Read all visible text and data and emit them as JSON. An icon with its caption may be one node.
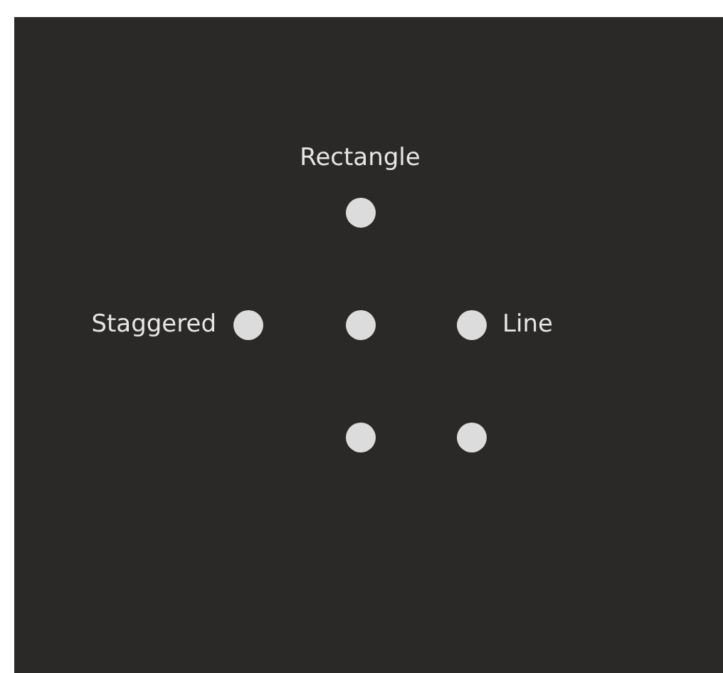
{
  "diagram": {
    "nodes": [
      {
        "text": [],
        "shape": "circle",
        "beside": [
          "Rectangle"
        ]
      },
      {
        "text": [],
        "shape": "circle",
        "beside": [
          "Staggered"
        ]
      },
      {
        "text": [],
        "shape": "circle"
      },
      {
        "text": [],
        "shape": "circle",
        "beside": [
          "Line"
        ]
      },
      {
        "text": [],
        "shape": "circle"
      },
      {
        "text": [],
        "shape": "circle"
      }
    ]
  }
}
